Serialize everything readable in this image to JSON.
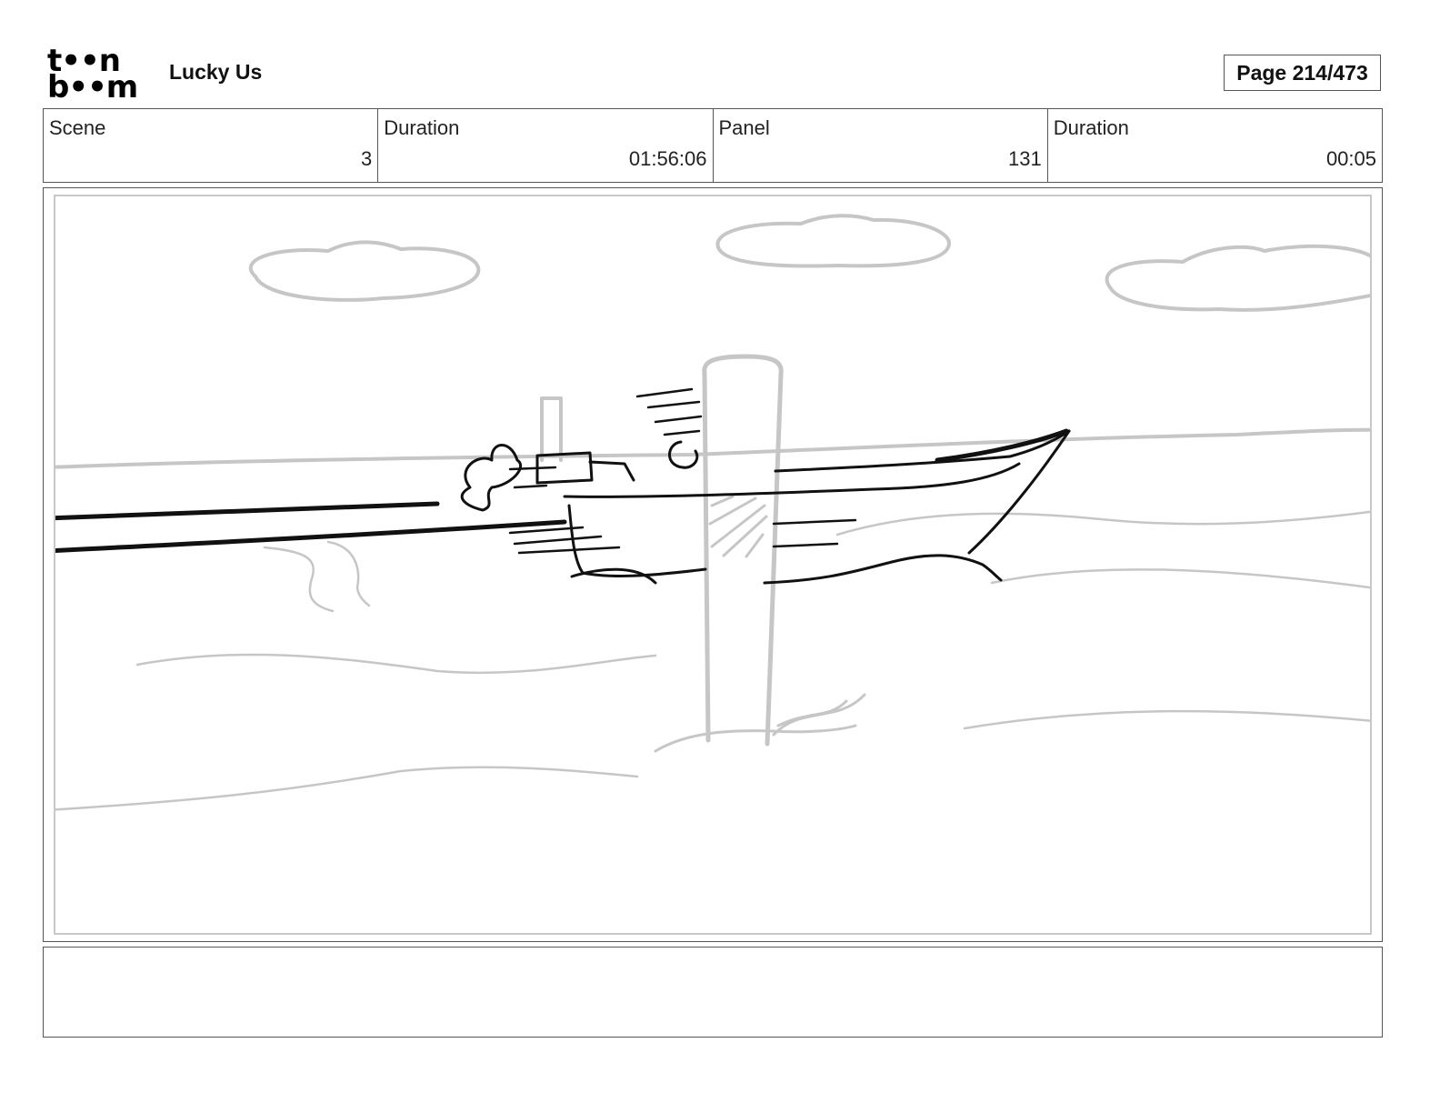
{
  "header": {
    "logo_line1": "t••n",
    "logo_line2": "b••m",
    "project_title": "Lucky Us",
    "page_label": "Page 214/473"
  },
  "info": [
    {
      "label": "Scene",
      "value": "3"
    },
    {
      "label": "Duration",
      "value": "01:56:06"
    },
    {
      "label": "Panel",
      "value": "131"
    },
    {
      "label": "Duration",
      "value": "00:05"
    }
  ],
  "notes": {
    "text": ""
  },
  "colors": {
    "sketch_dark": "#111111",
    "sketch_light": "#c6c6c6",
    "border": "#555555"
  }
}
